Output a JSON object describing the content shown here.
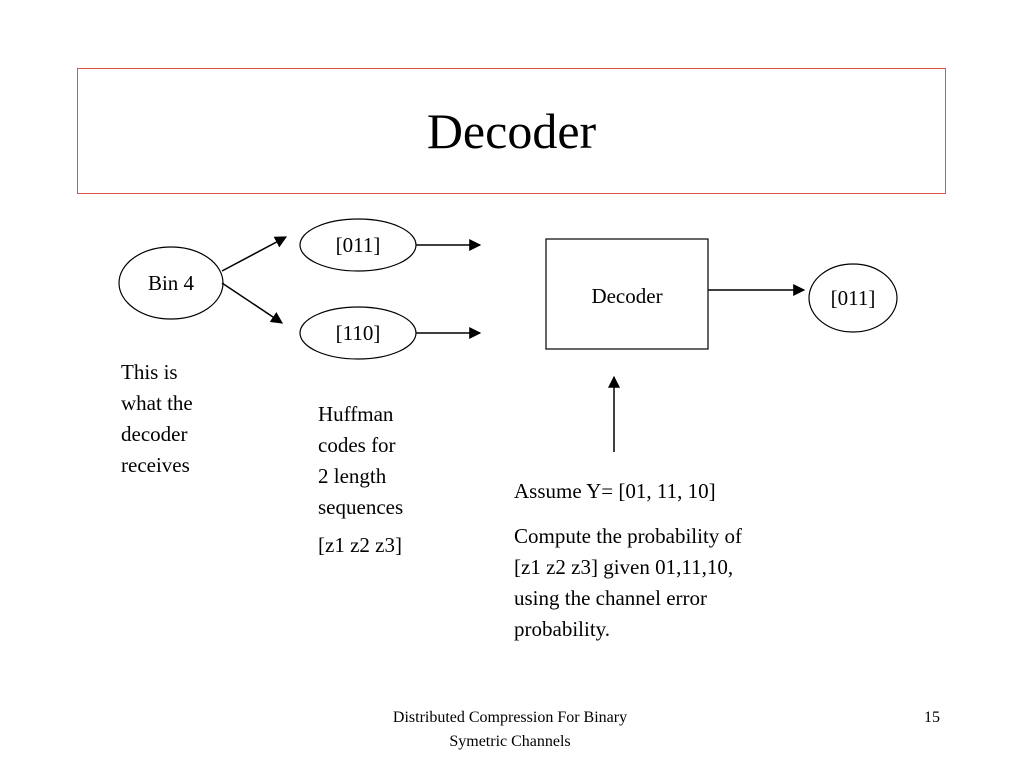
{
  "slide": {
    "title": "Decoder",
    "diagram": {
      "bin_label": "Bin 4",
      "code_top": "[011]",
      "code_bottom": "[110]",
      "decoder_label": "Decoder",
      "output": "[011]"
    },
    "note_receives": [
      "This is",
      "what the",
      "decoder",
      "receives"
    ],
    "note_huffman": [
      "Huffman",
      "codes for",
      "2 length",
      "sequences"
    ],
    "note_z": "[z1 z2 z3]",
    "assume": "Assume Y= [01, 11, 10]",
    "compute": [
      "Compute the probability of",
      "[z1 z2 z3] given 01,11,10,",
      "using the channel error",
      "probability."
    ],
    "footer": [
      "Distributed Compression For Binary",
      "Symetric Channels"
    ],
    "page_number": "15",
    "colors": {
      "title_border": "#d9534f",
      "stroke": "#000000"
    }
  }
}
